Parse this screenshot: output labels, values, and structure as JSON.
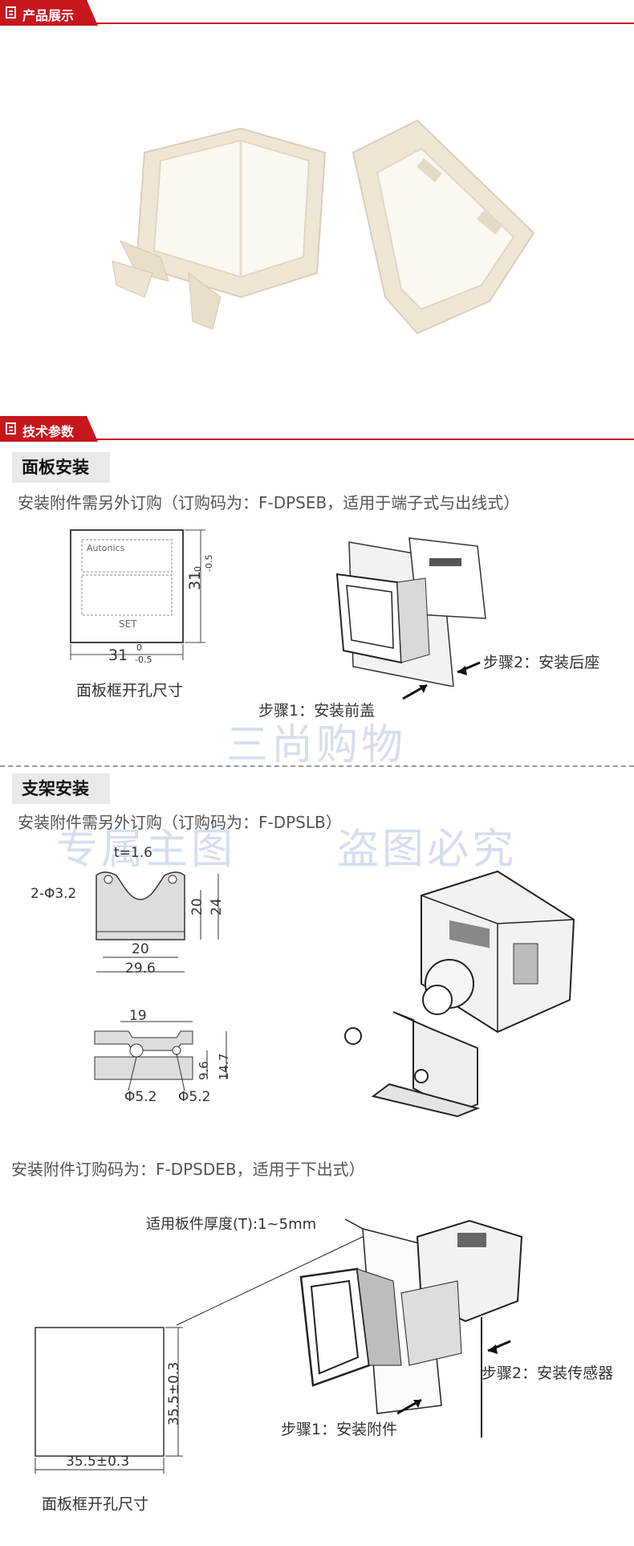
{
  "sections": {
    "product": {
      "title": "产品展示"
    },
    "specs": {
      "title": "技术参数"
    }
  },
  "panel_mount": {
    "heading": "面板安装",
    "note": "安装附件需另外订购（订购码为：F-DPSEB，适用于端子式与出线式）",
    "cutout_caption": "面板框开孔尺寸",
    "dim_width": "31",
    "dim_height": "31",
    "dim_tol_upper": "0",
    "dim_tol_lower": "-0.5",
    "brand_text": "Autonics",
    "set_label": "SET",
    "step1": "步骤1：安装前盖",
    "step2": "步骤2：安装后座"
  },
  "bracket_mount": {
    "heading": "支架安装",
    "note": "安装附件需另外订购（订购码为：F-DPSLB）",
    "dims": {
      "thickness": "t=1.6",
      "hole": "2-Φ3.2",
      "inner_width": "20",
      "outer_width": "29.6",
      "height_a": "20",
      "height_b": "24",
      "slot_span": "19",
      "h1": "9.6",
      "h2": "14.7",
      "bore_left": "Φ5.2",
      "bore_right": "Φ5.2"
    }
  },
  "flush_mount": {
    "note": "安装附件订购码为：F-DPSDEB，适用于下出式）",
    "thickness_label": "适用板件厚度(T):1~5mm",
    "dim_width": "35.5±0.3",
    "dim_height": "35.5±0.3",
    "step1": "步骤1：安装附件",
    "step2": "步骤2：安装传感器",
    "cutout_caption": "面板框开孔尺寸"
  },
  "watermarks": {
    "shop": "三尚购物",
    "warning_left": "专属主图",
    "warning_right": "盗图必究"
  }
}
